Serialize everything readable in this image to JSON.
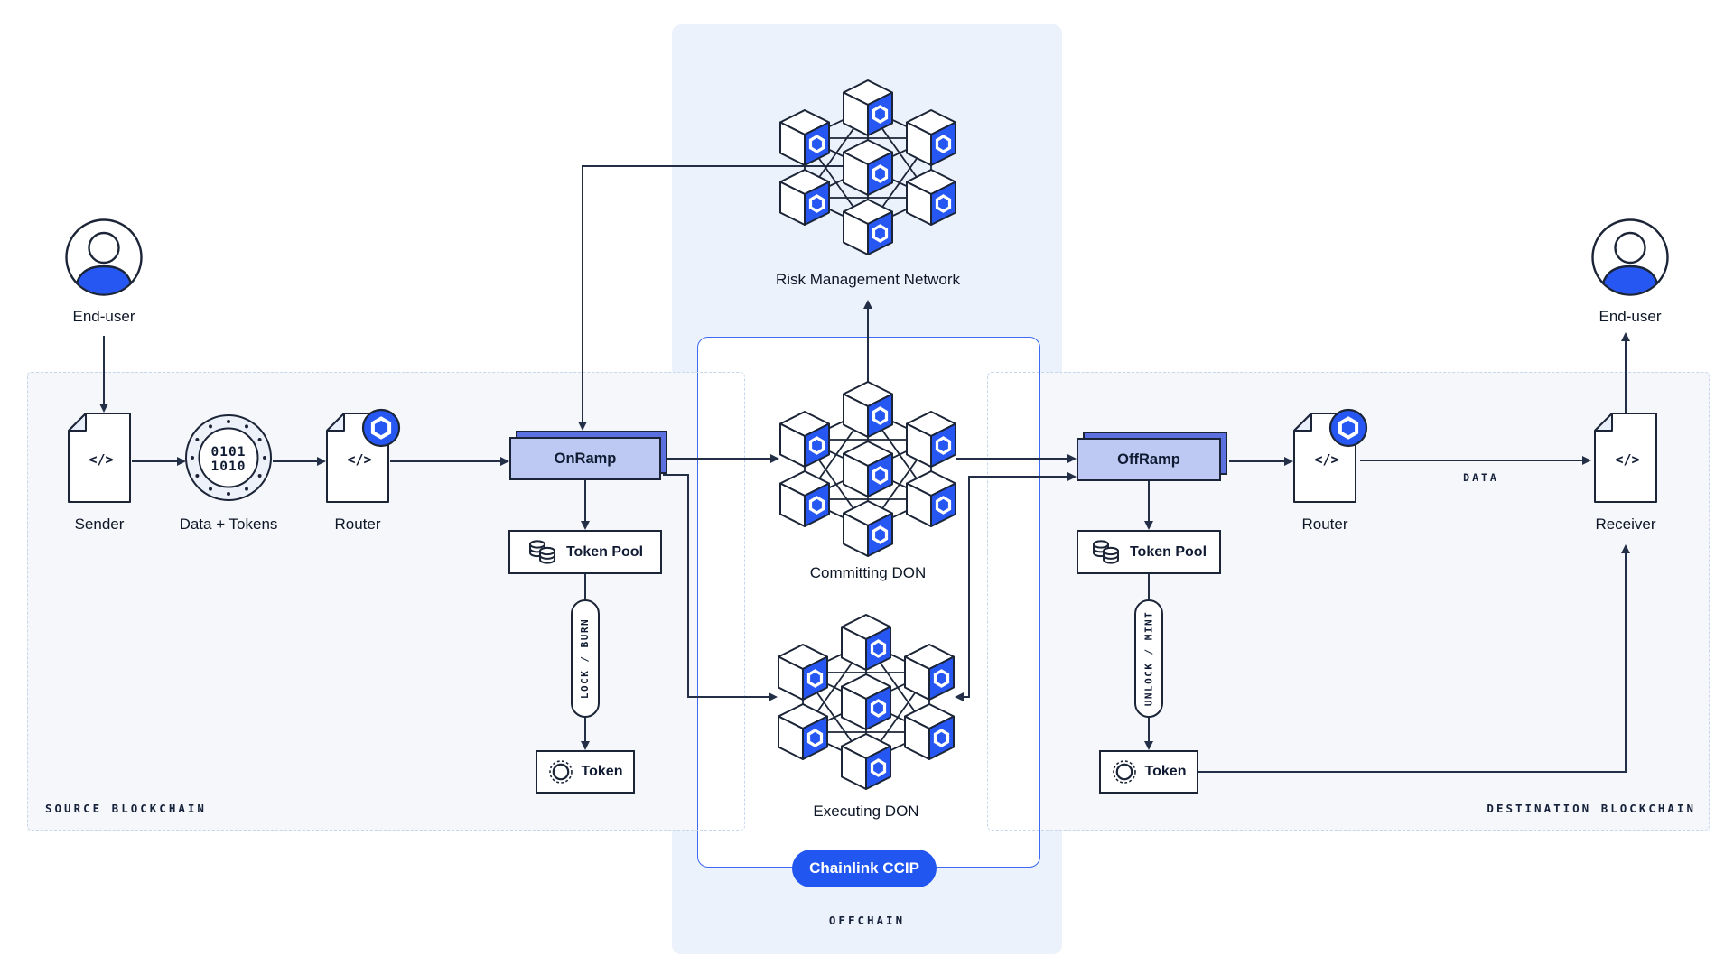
{
  "colors": {
    "accent": "#2757F2",
    "ink": "#1B2537",
    "ramp_front": "#BDC9F3",
    "ramp_back": "#5D70E0",
    "offchain_bg": "#ECF2FC",
    "panel_bg": "#F5F7FA",
    "ccip_border": "#3C6AF2",
    "badge_bg": "#2156F0"
  },
  "panels": {
    "source_caption": "SOURCE BLOCKCHAIN",
    "destination_caption": "DESTINATION BLOCKCHAIN",
    "offchain_caption": "OFFCHAIN"
  },
  "badge": {
    "label": "Chainlink CCIP"
  },
  "nodes": {
    "end_user_left": "End-user",
    "sender": "Sender",
    "data_tokens": "Data + Tokens",
    "binary_line1": "0101",
    "binary_line2": "1010",
    "router_left": "Router",
    "onramp": "OnRamp",
    "token_pool_left": "Token Pool",
    "lock_burn": "LOCK / BURN",
    "token_left": "Token",
    "rmn": "Risk Management Network",
    "committing_don": "Committing DON",
    "executing_don": "Executing DON",
    "offramp": "OffRamp",
    "token_pool_right": "Token Pool",
    "unlock_mint": "UNLOCK / MINT",
    "token_right": "Token",
    "router_right": "Router",
    "receiver": "Receiver",
    "end_user_right": "End-user",
    "code_glyph": "</>",
    "data_label": "DATA"
  }
}
